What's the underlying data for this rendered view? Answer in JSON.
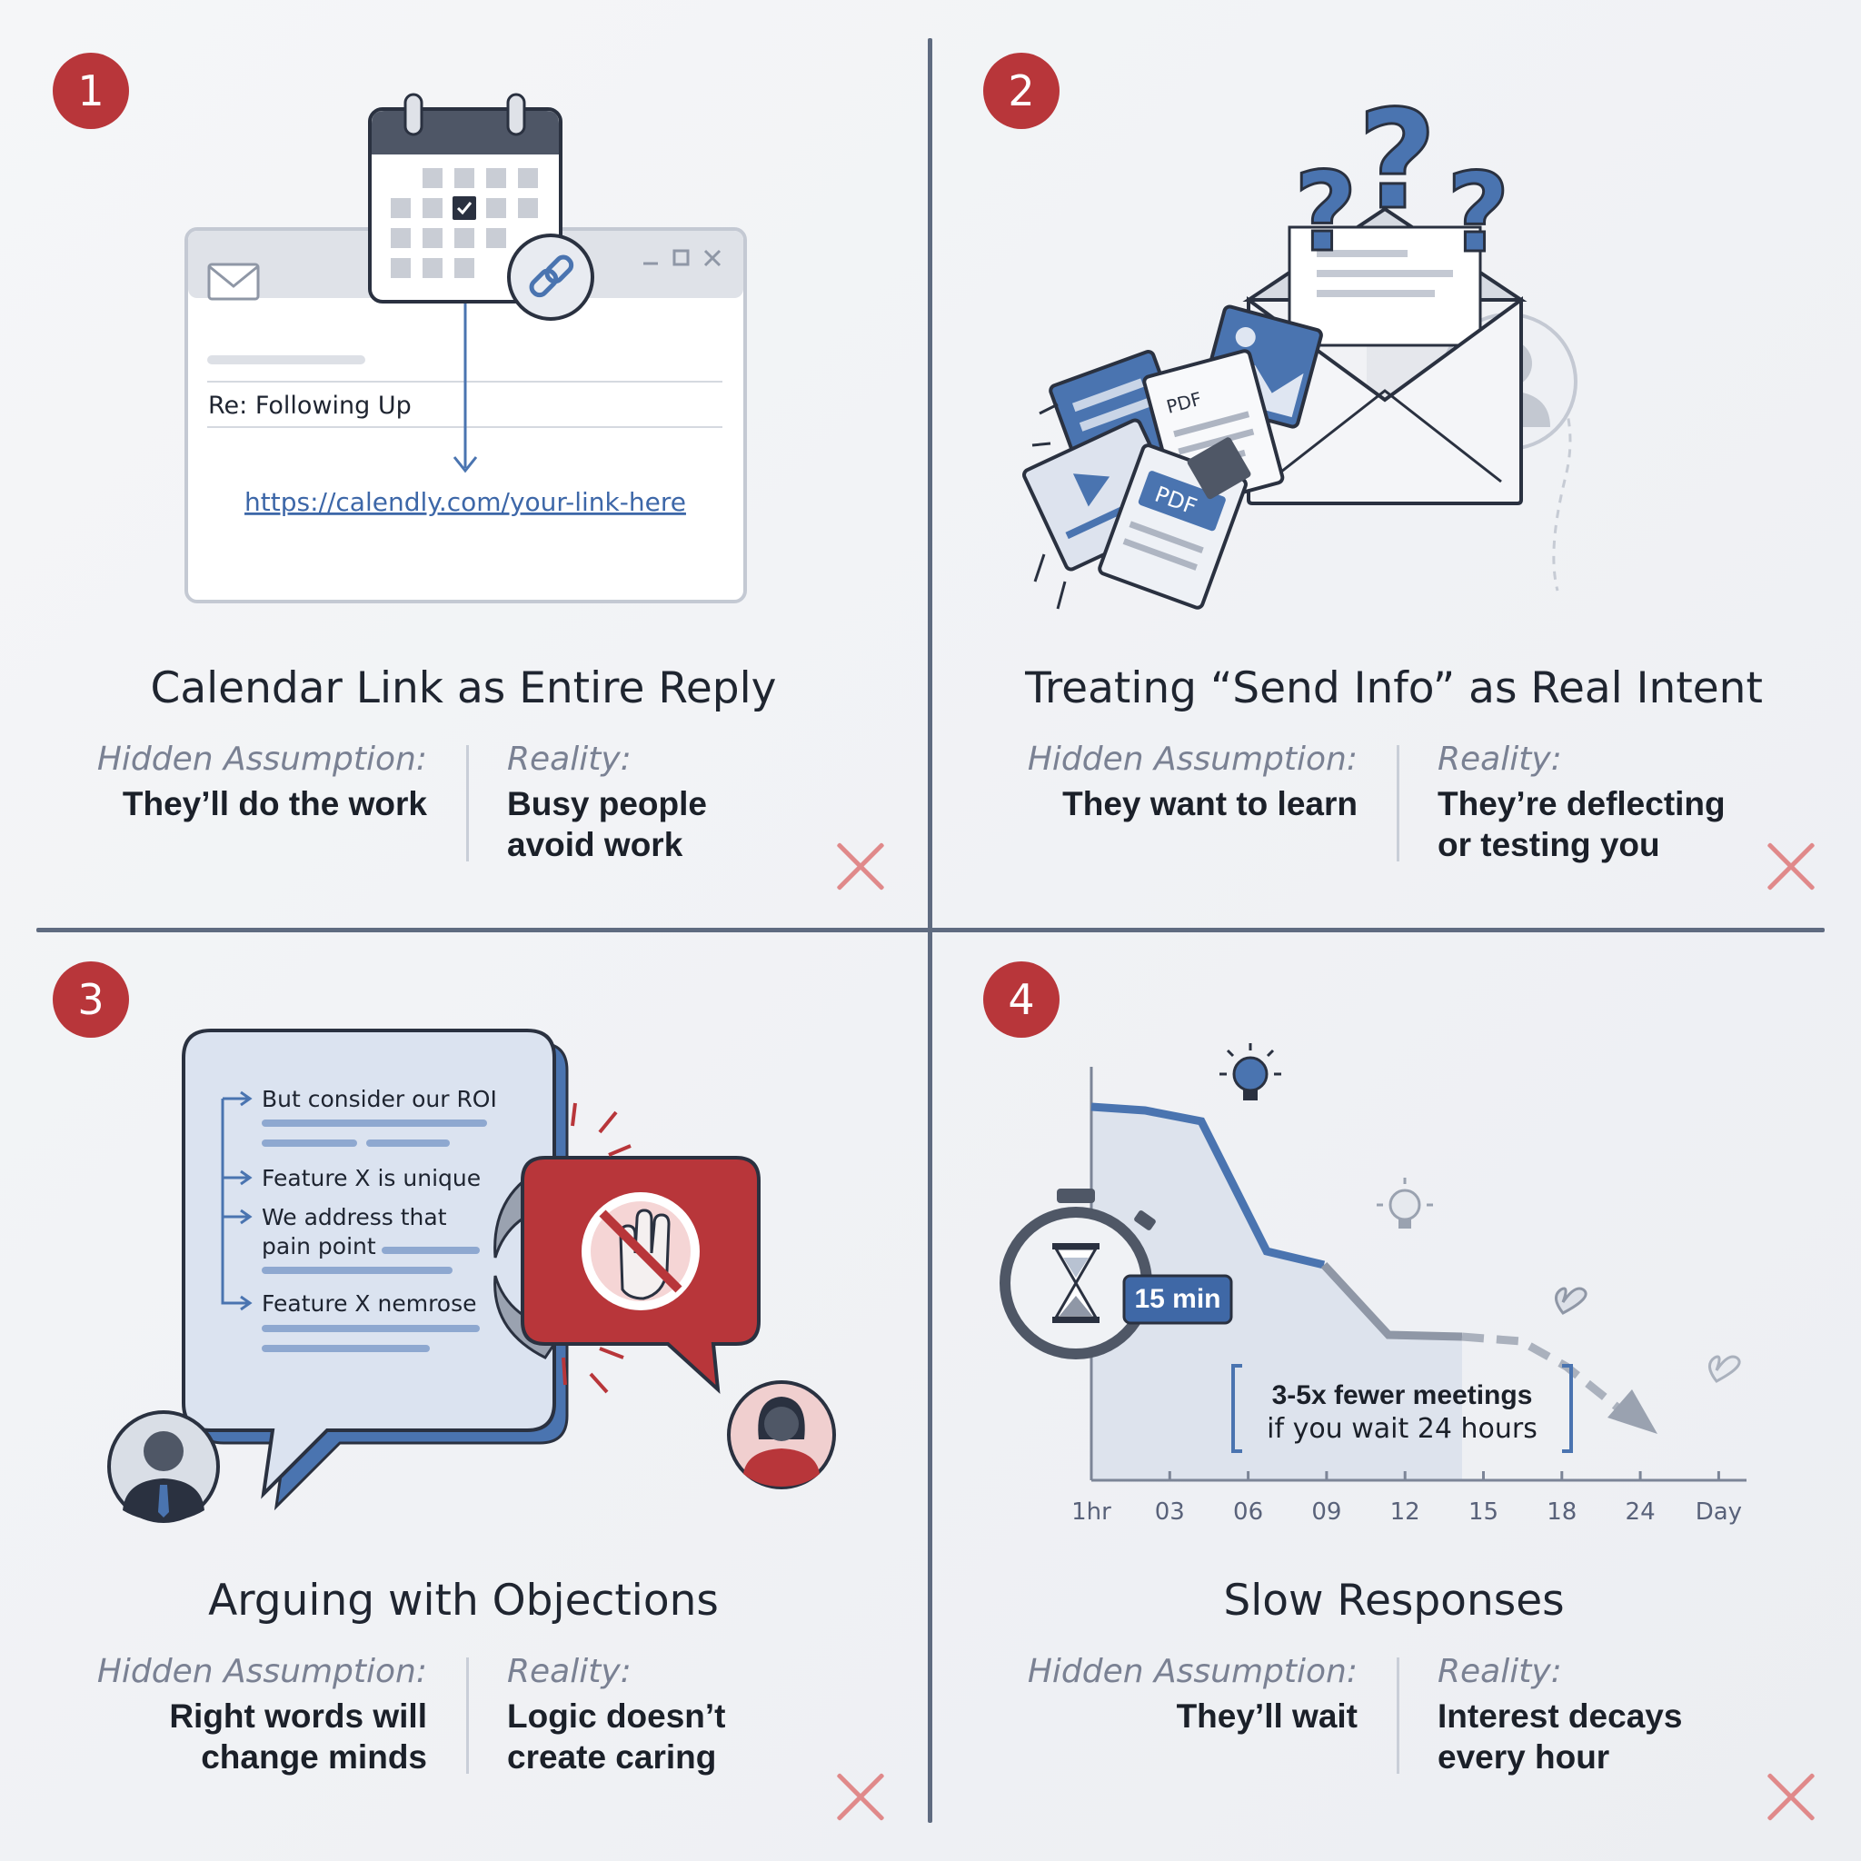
{
  "panels": [
    {
      "number": "1",
      "title": "Calendar Link as Entire Reply",
      "assumption_label": "Hidden Assumption:",
      "assumption": "They’ll do the work",
      "reality_label": "Reality:",
      "reality_lines": [
        "Busy people",
        "avoid work"
      ],
      "email": {
        "subject": "Re: Following Up",
        "link": "https://calendly.com/your-link-here"
      }
    },
    {
      "number": "2",
      "title": "Treating “Send Info” as Real Intent",
      "assumption_label": "Hidden Assumption:",
      "assumption": "They want to learn",
      "reality_label": "Reality:",
      "reality_lines": [
        "They’re deflecting",
        "or testing you"
      ],
      "doc_labels": [
        "PDF",
        "PDF"
      ]
    },
    {
      "number": "3",
      "title": "Arguing with Objections",
      "assumption_label": "Hidden Assumption:",
      "assumption_lines": [
        "Right words will",
        "change minds"
      ],
      "reality_label": "Reality:",
      "reality_lines": [
        "Logic doesn’t",
        "create caring"
      ],
      "bubble_lines": [
        "But consider our ROI",
        "Feature X is unique",
        "We address that",
        "pain point",
        "Feature X nemrose"
      ]
    },
    {
      "number": "4",
      "title": "Slow Responses",
      "assumption_label": "Hidden Assumption:",
      "assumption": "They’ll wait",
      "reality_label": "Reality:",
      "reality_lines": [
        "Interest decays",
        "every hour"
      ],
      "timer_label": "15 min",
      "callout_lines": [
        "3-5x fewer meetings",
        "if you wait 24 hours"
      ],
      "ticks": [
        "1hr",
        "03",
        "06",
        "09",
        "12",
        "15",
        "18",
        "24",
        "Day"
      ]
    }
  ],
  "colors": {
    "accent_red": "#b8363a",
    "accent_blue": "#4a74b0",
    "x_mark": "#e0898a"
  }
}
